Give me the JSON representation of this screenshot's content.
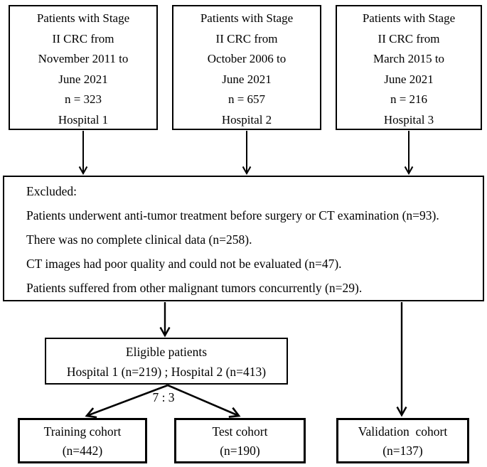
{
  "flowchart": {
    "top_boxes": [
      {
        "lines": [
          "Patients with Stage",
          "II CRC from",
          "November 2011 to",
          "June 2021",
          "n = 323",
          "Hospital 1"
        ]
      },
      {
        "lines": [
          "Patients with Stage",
          "II CRC from",
          "October 2006 to",
          "June 2021",
          "n = 657",
          "Hospital 2"
        ]
      },
      {
        "lines": [
          "Patients with Stage",
          "II CRC from",
          "March 2015 to",
          "June 2021",
          "n = 216",
          "Hospital 3"
        ]
      }
    ],
    "excluded": {
      "title": "Excluded:",
      "items": [
        "Patients underwent anti-tumor treatment before surgery or CT examination (n=93).",
        "There was no complete clinical data (n=258).",
        "CT images had poor quality and could not be evaluated (n=47).",
        "Patients suffered from other malignant tumors concurrently (n=29)."
      ]
    },
    "eligible": {
      "line1": "Eligible patients",
      "line2": "Hospital 1 (n=219) ; Hospital 2 (n=413)"
    },
    "split_label": "7 : 3",
    "training": {
      "line1": "Training cohort",
      "line2": "(n=442)"
    },
    "test": {
      "line1": "Test cohort",
      "line2": "(n=190)"
    },
    "validation": {
      "line1": "Validation  cohort",
      "line2": "(n=137)"
    },
    "colors": {
      "line": "#000000",
      "background": "#ffffff",
      "text": "#000000"
    }
  }
}
